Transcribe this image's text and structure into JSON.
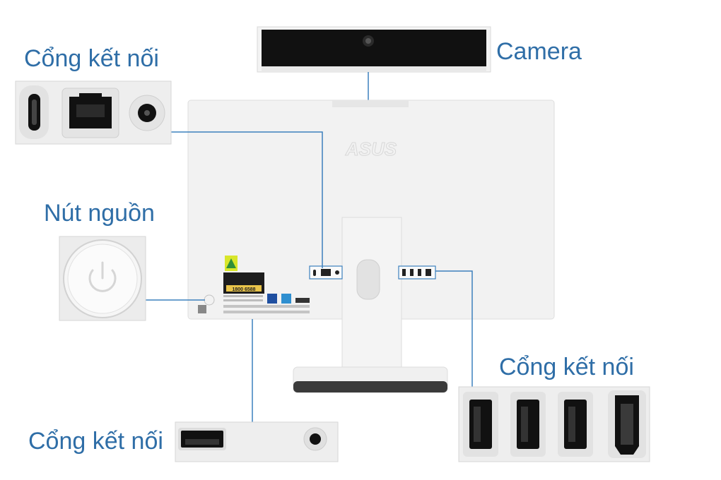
{
  "labels": {
    "top_left_ports": "Cổng kết nối",
    "camera": "Camera",
    "power_button": "Nút nguồn",
    "right_ports": "Cổng kết nối",
    "bottom_ports": "Cổng kết nối"
  },
  "product": {
    "brand_logo_text": "ASUS",
    "sticker_hotline": "1800 6588"
  },
  "colors": {
    "label_blue": "#2f6ea7",
    "leader_line": "#3c80bd",
    "device_white": "#f2f2f2",
    "camera_black": "#111111"
  }
}
